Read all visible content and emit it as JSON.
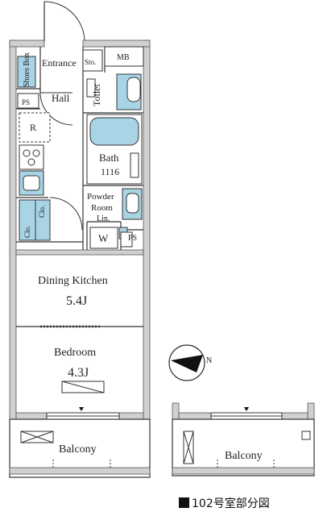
{
  "rooms": {
    "entrance": "Entrance",
    "storage": "Sto.",
    "mb": "MB",
    "shoes_box": "Shoes Box",
    "toilet": "Toilet",
    "hall": "Hall",
    "ps_left": "PS",
    "refrigerator": "R",
    "bath": "Bath",
    "bath_size": "1116",
    "powder_room_line1": "Powder",
    "powder_room_line2": "Room",
    "linen": "Lin.",
    "washer": "W",
    "ps_right": "PS",
    "closet": "Clo.",
    "closet2": "Clo.",
    "dining_kitchen": "Dining Kitchen",
    "dining_kitchen_size": "5.4J",
    "bedroom": "Bedroom",
    "bedroom_size": "4.3J",
    "balcony_left": "Balcony",
    "balcony_right": "Balcony",
    "north": "N"
  },
  "caption": "102号室部分図",
  "colors": {
    "fixture_blue": "#a8d4e6",
    "wall": "#cfcfcf",
    "line": "#333333"
  }
}
